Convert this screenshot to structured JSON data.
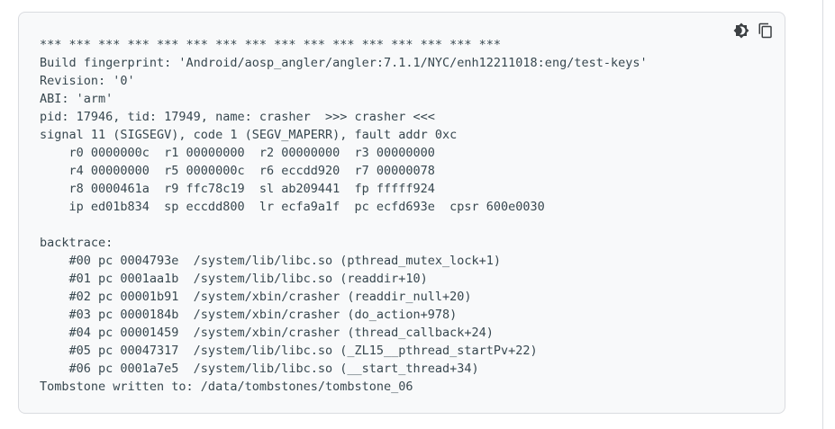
{
  "page": {
    "background_color": "#ffffff",
    "divider_color": "#dadce0"
  },
  "code_block": {
    "background_color": "#f8f9fa",
    "border_color": "#dadce0",
    "text_color": "#37474f",
    "actions": {
      "theme_toggle_icon": "brightness-toggle-icon",
      "copy_icon": "copy-icon"
    },
    "lines": [
      "*** *** *** *** *** *** *** *** *** *** *** *** *** *** *** ***",
      "Build fingerprint: 'Android/aosp_angler/angler:7.1.1/NYC/enh12211018:eng/test-keys'",
      "Revision: '0'",
      "ABI: 'arm'",
      "pid: 17946, tid: 17949, name: crasher  >>> crasher <<<",
      "signal 11 (SIGSEGV), code 1 (SEGV_MAPERR), fault addr 0xc",
      "    r0 0000000c  r1 00000000  r2 00000000  r3 00000000",
      "    r4 00000000  r5 0000000c  r6 eccdd920  r7 00000078",
      "    r8 0000461a  r9 ffc78c19  sl ab209441  fp fffff924",
      "    ip ed01b834  sp eccdd800  lr ecfa9a1f  pc ecfd693e  cpsr 600e0030",
      "",
      "backtrace:",
      "    #00 pc 0004793e  /system/lib/libc.so (pthread_mutex_lock+1)",
      "    #01 pc 0001aa1b  /system/lib/libc.so (readdir+10)",
      "    #02 pc 00001b91  /system/xbin/crasher (readdir_null+20)",
      "    #03 pc 0000184b  /system/xbin/crasher (do_action+978)",
      "    #04 pc 00001459  /system/xbin/crasher (thread_callback+24)",
      "    #05 pc 00047317  /system/lib/libc.so (_ZL15__pthread_startPv+22)",
      "    #06 pc 0001a7e5  /system/lib/libc.so (__start_thread+34)",
      "Tombstone written to: /data/tombstones/tombstone_06"
    ]
  }
}
